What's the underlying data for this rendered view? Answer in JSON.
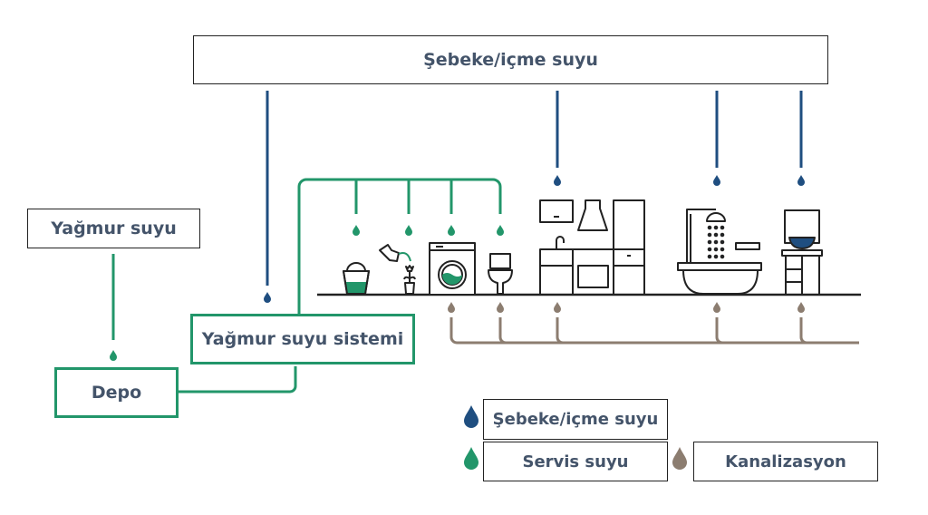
{
  "colors": {
    "mains": "#1f4e80",
    "service": "#22966a",
    "sewage": "#8c7d70",
    "text": "#44546a",
    "outline": "#222222"
  },
  "boxes": {
    "mains_header": "Şebeke/içme suyu",
    "rainwater": "Yağmur suyu",
    "rainwater_system": "Yağmur suyu sistemi",
    "tank": "Depo"
  },
  "fixtures": {
    "service_supplied": [
      "bucket",
      "watering-can-plant",
      "washing-machine",
      "toilet"
    ],
    "mains_supplied": [
      "kitchen",
      "bathtub-shower",
      "washbasin"
    ]
  },
  "legend": [
    {
      "label": "Şebeke/içme suyu",
      "color_key": "mains"
    },
    {
      "label": "Servis suyu",
      "color_key": "service"
    },
    {
      "label": "Kanalizasyon",
      "color_key": "sewage"
    }
  ]
}
